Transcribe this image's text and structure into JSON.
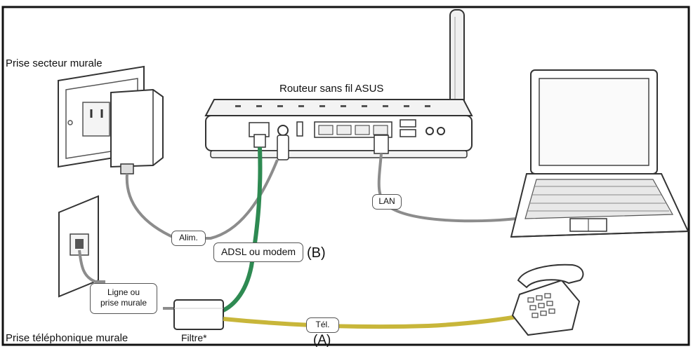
{
  "labels": {
    "wall_power": "Prise secteur murale",
    "router": "Routeur sans fil ASUS",
    "phone_jack": "Prise téléphonique murale",
    "filter": "Filtre*"
  },
  "tags": {
    "power": "Alim.",
    "lan": "LAN",
    "adsl": "ADSL ou modem",
    "line_1": "Ligne ou",
    "line_2": "prise murale",
    "tel": "Tél."
  },
  "markers": {
    "a": "(A)",
    "b": "(B)"
  },
  "colors": {
    "adsl_cable": "#2e8a52",
    "phone_cable": "#c8b63a",
    "gray_cable": "#8c8c8c",
    "frame": "#111111"
  }
}
